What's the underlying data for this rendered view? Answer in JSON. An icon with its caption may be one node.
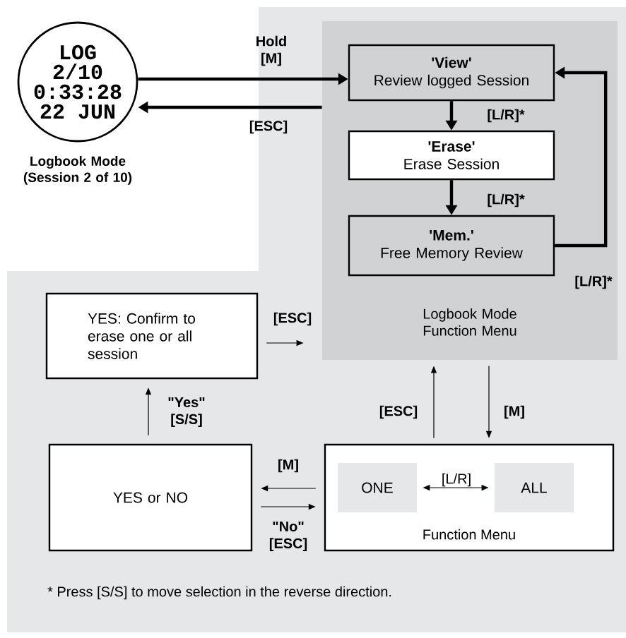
{
  "diagram": {
    "nodes": [
      {
        "text": [
          "LOG",
          "2/10",
          "0:33:28",
          "22 JUN"
        ],
        "beside": [
          "Logbook Mode (Session 2 of 10)"
        ]
      },
      {
        "text": [
          "Logbook Mode Function Menu"
        ]
      },
      {
        "text": [
          "'View'",
          "Review logged Session"
        ],
        "in": 1
      },
      {
        "text": [
          "'Erase'",
          "Erase Session"
        ],
        "in": 1
      },
      {
        "text": [
          "'Mem.'",
          "Free Memory Review"
        ],
        "in": 1
      },
      {
        "text": [
          "YES: Confirm to erase one or all session"
        ]
      },
      {
        "text": [
          "YES or NO"
        ]
      },
      {
        "text": [
          "Function Menu"
        ]
      },
      {
        "text": [
          "ONE"
        ],
        "in": 7
      },
      {
        "text": [
          "ALL"
        ],
        "in": 7
      }
    ],
    "edges": [
      {
        "from": 0,
        "to": 2,
        "arrow": "to",
        "label": "Hold [M]",
        "style": "thick"
      },
      {
        "from": 1,
        "to": 0,
        "arrow": "to",
        "label": "[ESC]",
        "style": "thick"
      },
      {
        "from": 2,
        "to": 3,
        "arrow": "to",
        "label": "[L/R]*",
        "style": "thick"
      },
      {
        "from": 3,
        "to": 4,
        "arrow": "to",
        "label": "[L/R]*",
        "style": "thick"
      },
      {
        "from": 4,
        "to": 2,
        "arrow": "to",
        "label": "[L/R]*",
        "style": "thick"
      },
      {
        "from": 5,
        "to": 1,
        "arrow": "to",
        "label": "[ESC]"
      },
      {
        "from": 7,
        "to": 1,
        "arrow": "to",
        "label": "[ESC]"
      },
      {
        "from": 1,
        "to": 7,
        "arrow": "to",
        "label": "[M]"
      },
      {
        "from": 6,
        "to": 5,
        "arrow": "to",
        "label": "\"Yes\" [S/S]"
      },
      {
        "from": 7,
        "to": 6,
        "arrow": "to",
        "label": "[M]"
      },
      {
        "from": 6,
        "to": 7,
        "arrow": "to",
        "label": "\"No\" [ESC]"
      },
      {
        "from": 8,
        "to": 9,
        "arrow": "both",
        "label": "[L/R]"
      }
    ],
    "labels": [
      "* Press [S/S]  to move selection in the reverse direction."
    ]
  }
}
